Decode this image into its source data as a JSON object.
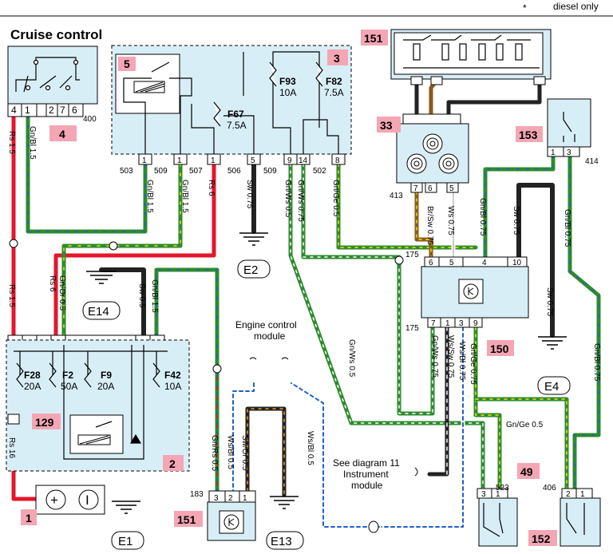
{
  "header": {
    "title": "Cruise control",
    "legend_symbol": "*",
    "legend_text": "diesel only"
  },
  "components": {
    "c4": {
      "tag": "4",
      "pins": [
        "4",
        "1",
        "2",
        "7",
        "6"
      ],
      "code": "400"
    },
    "c5": {
      "tag": "5"
    },
    "c3": {
      "tag": "3",
      "pins": [
        "1",
        "1",
        "1",
        "5",
        "9",
        "14",
        "8"
      ]
    },
    "c151a": {
      "tag": "151"
    },
    "c33": {
      "tag": "33",
      "pins": [
        "7",
        "6",
        "5"
      ],
      "code": "413"
    },
    "c153": {
      "tag": "153",
      "pins": [
        "1",
        "3"
      ],
      "code": "414"
    },
    "c150": {
      "tag": "150",
      "top_pins": [
        "6",
        "5",
        "4",
        "10"
      ],
      "bottom_pins": [
        "7",
        "1",
        "3",
        "9"
      ],
      "code_top": "175",
      "code_bottom": "175"
    },
    "c129": {
      "tag": "129"
    },
    "c2": {
      "tag": "2"
    },
    "c1": {
      "tag": "1",
      "plus": "+",
      "minus": "I"
    },
    "c151b": {
      "tag": "151",
      "pins": [
        "3",
        "2",
        "1"
      ],
      "code": "183"
    },
    "c49": {
      "tag": "49",
      "pins": [
        "3",
        "1"
      ],
      "code": "523"
    },
    "c152": {
      "tag": "152",
      "pins": [
        "2",
        "1"
      ],
      "code": "406"
    }
  },
  "fuses": [
    {
      "id": "F93",
      "rating": "10A"
    },
    {
      "id": "F82",
      "rating": "7.5A"
    },
    {
      "id": "F67",
      "rating": "7.5A"
    },
    {
      "id": "F28",
      "rating": "20A"
    },
    {
      "id": "F2",
      "rating": "50A"
    },
    {
      "id": "F9",
      "rating": "20A"
    },
    {
      "id": "F42",
      "rating": "10A"
    }
  ],
  "connector_codes": [
    "503",
    "509",
    "507",
    "506",
    "509",
    "502"
  ],
  "grounds": [
    "E2",
    "E14",
    "E1",
    "E13",
    "E4"
  ],
  "wires": {
    "rs15a": "Rs 1.5",
    "rs15b": "Rs 1.5",
    "rs6a": "Rs 6",
    "rs6b": "Rs 6",
    "rs16": "Rs 16",
    "gnbl15a": "Gn/Bl 1.5",
    "gnbl15b": "Gn/Bl 1.5",
    "gnbl15c": "Gn/Bl 1.5",
    "gnbl15d": "Gn/Bl 1.5",
    "sw075a": "Sw 0.75",
    "sw05": "Sw 0.5",
    "gnws05a": "Gn/Ws 0.5",
    "gnws075a": "Gn/Ws 0.75",
    "gnge05a": "Gn/Ge 0.5",
    "gnor05": "Gn/Or 0.5",
    "gnws05b": "Gn/Ws 0.5",
    "brsw075": "Br/Sw 0.75",
    "ws075": "Ws 0.75",
    "gnbl075a": "Gn/Bl 0.75",
    "sw075b": "Sw 0.75",
    "sw075c": "Sw 0.75",
    "gnbl075b": "Gn/Bl 0.75",
    "gnws075b": "Gn/Ws 0.75",
    "wssw075": "Ws/Sw 0.75",
    "wsbl075": "Ws/Bl 0.75",
    "gnge075": "Gn/Ge 0.75",
    "gnbl075c": "Gn/Bl 0.75",
    "gnge05b": "Gn/Ge 0.5",
    "gnrs05": "Gn/Rs 0.5",
    "wsbl05a": "Ws/Bl 0.5",
    "swor05": "Sw/Or 0.5",
    "wsbl05b": "Ws/Bl 0.5"
  },
  "notes": {
    "ecm_line1": "Engine control",
    "ecm_line2": "module",
    "see_line1": "See diagram 11",
    "see_line2": "Instrument",
    "see_line3": "module"
  }
}
